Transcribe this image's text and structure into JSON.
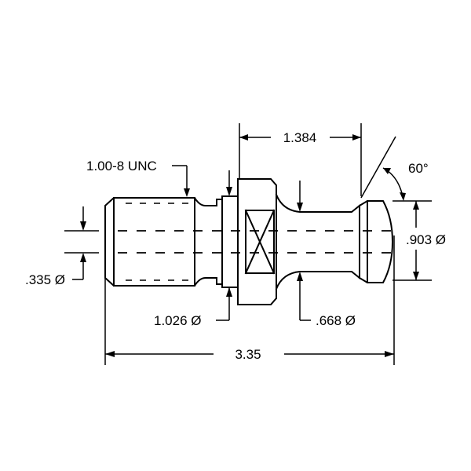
{
  "drawing": {
    "thread_callout": "1.00-8 UNC",
    "overall_length": "3.35",
    "flange_to_end": "1.384",
    "angle": "60°",
    "head_diameter": ".903 Ø",
    "pilot_diameter": ".335 Ø",
    "flange_diameter": "1.026 Ø",
    "neck_diameter": ".668 Ø"
  }
}
